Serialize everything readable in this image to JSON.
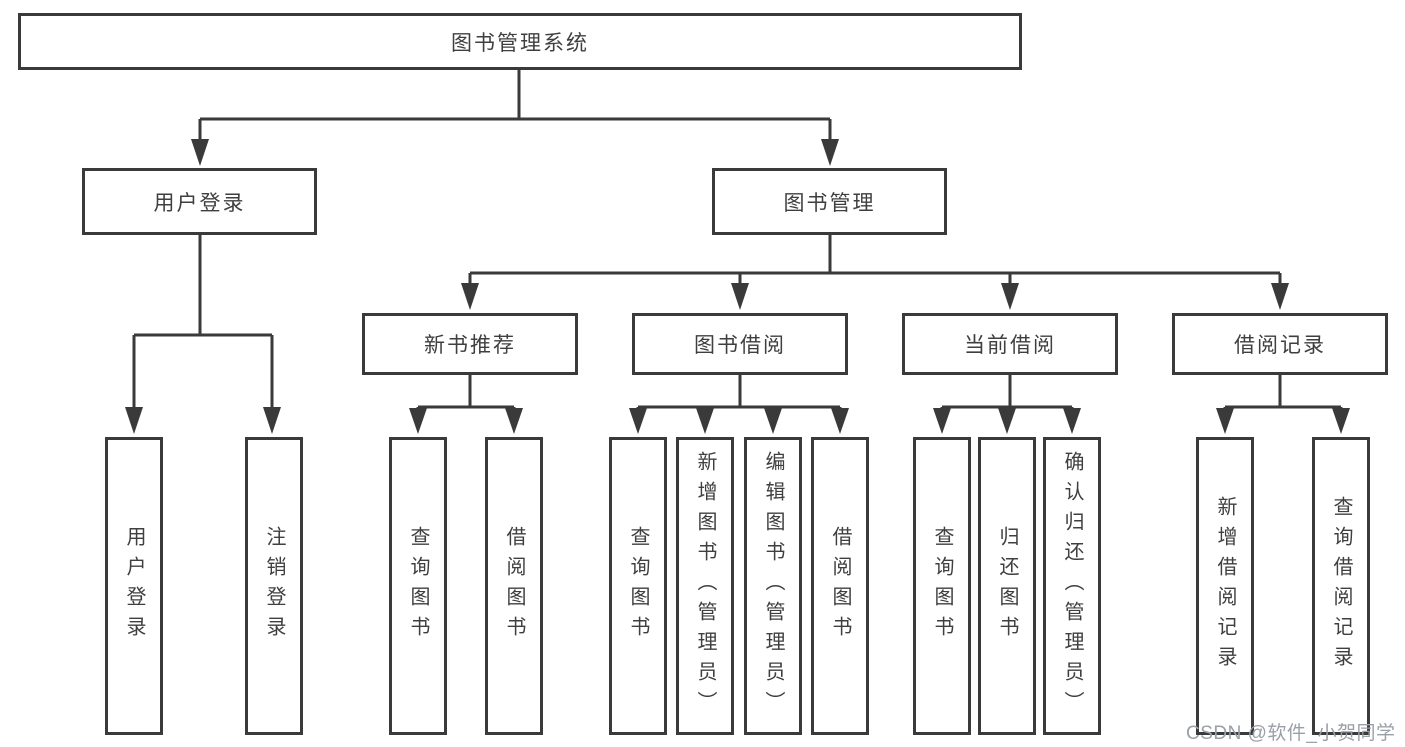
{
  "diagram": {
    "type": "tree",
    "root": {
      "label": "图书管理系统"
    },
    "level2": [
      {
        "label": "用户登录"
      },
      {
        "label": "图书管理"
      }
    ],
    "level3": [
      {
        "label": "新书推荐",
        "parent": "图书管理"
      },
      {
        "label": "图书借阅",
        "parent": "图书管理"
      },
      {
        "label": "当前借阅",
        "parent": "图书管理"
      },
      {
        "label": "借阅记录",
        "parent": "图书管理"
      }
    ],
    "leaves": [
      {
        "label": "用户登录",
        "parent": "用户登录"
      },
      {
        "label": "注销登录",
        "parent": "用户登录"
      },
      {
        "label": "查询图书",
        "parent": "新书推荐"
      },
      {
        "label": "借阅图书",
        "parent": "新书推荐"
      },
      {
        "label": "查询图书",
        "parent": "图书借阅"
      },
      {
        "label": "新增图书（管理员）",
        "parent": "图书借阅"
      },
      {
        "label": "编辑图书（管理员）",
        "parent": "图书借阅"
      },
      {
        "label": "借阅图书",
        "parent": "图书借阅"
      },
      {
        "label": "查询图书",
        "parent": "当前借阅"
      },
      {
        "label": "归还图书",
        "parent": "当前借阅"
      },
      {
        "label": "确认归还（管理员）",
        "parent": "当前借阅"
      },
      {
        "label": "新增借阅记录",
        "parent": "借阅记录"
      },
      {
        "label": "查询借阅记录",
        "parent": "借阅记录"
      }
    ],
    "colors": {
      "line": "#3a3a3a",
      "text": "#3f3f3f",
      "watermark": "#9aa0a8",
      "background": "#ffffff"
    }
  },
  "watermark": {
    "text": "CSDN @软件_小贺同学"
  }
}
